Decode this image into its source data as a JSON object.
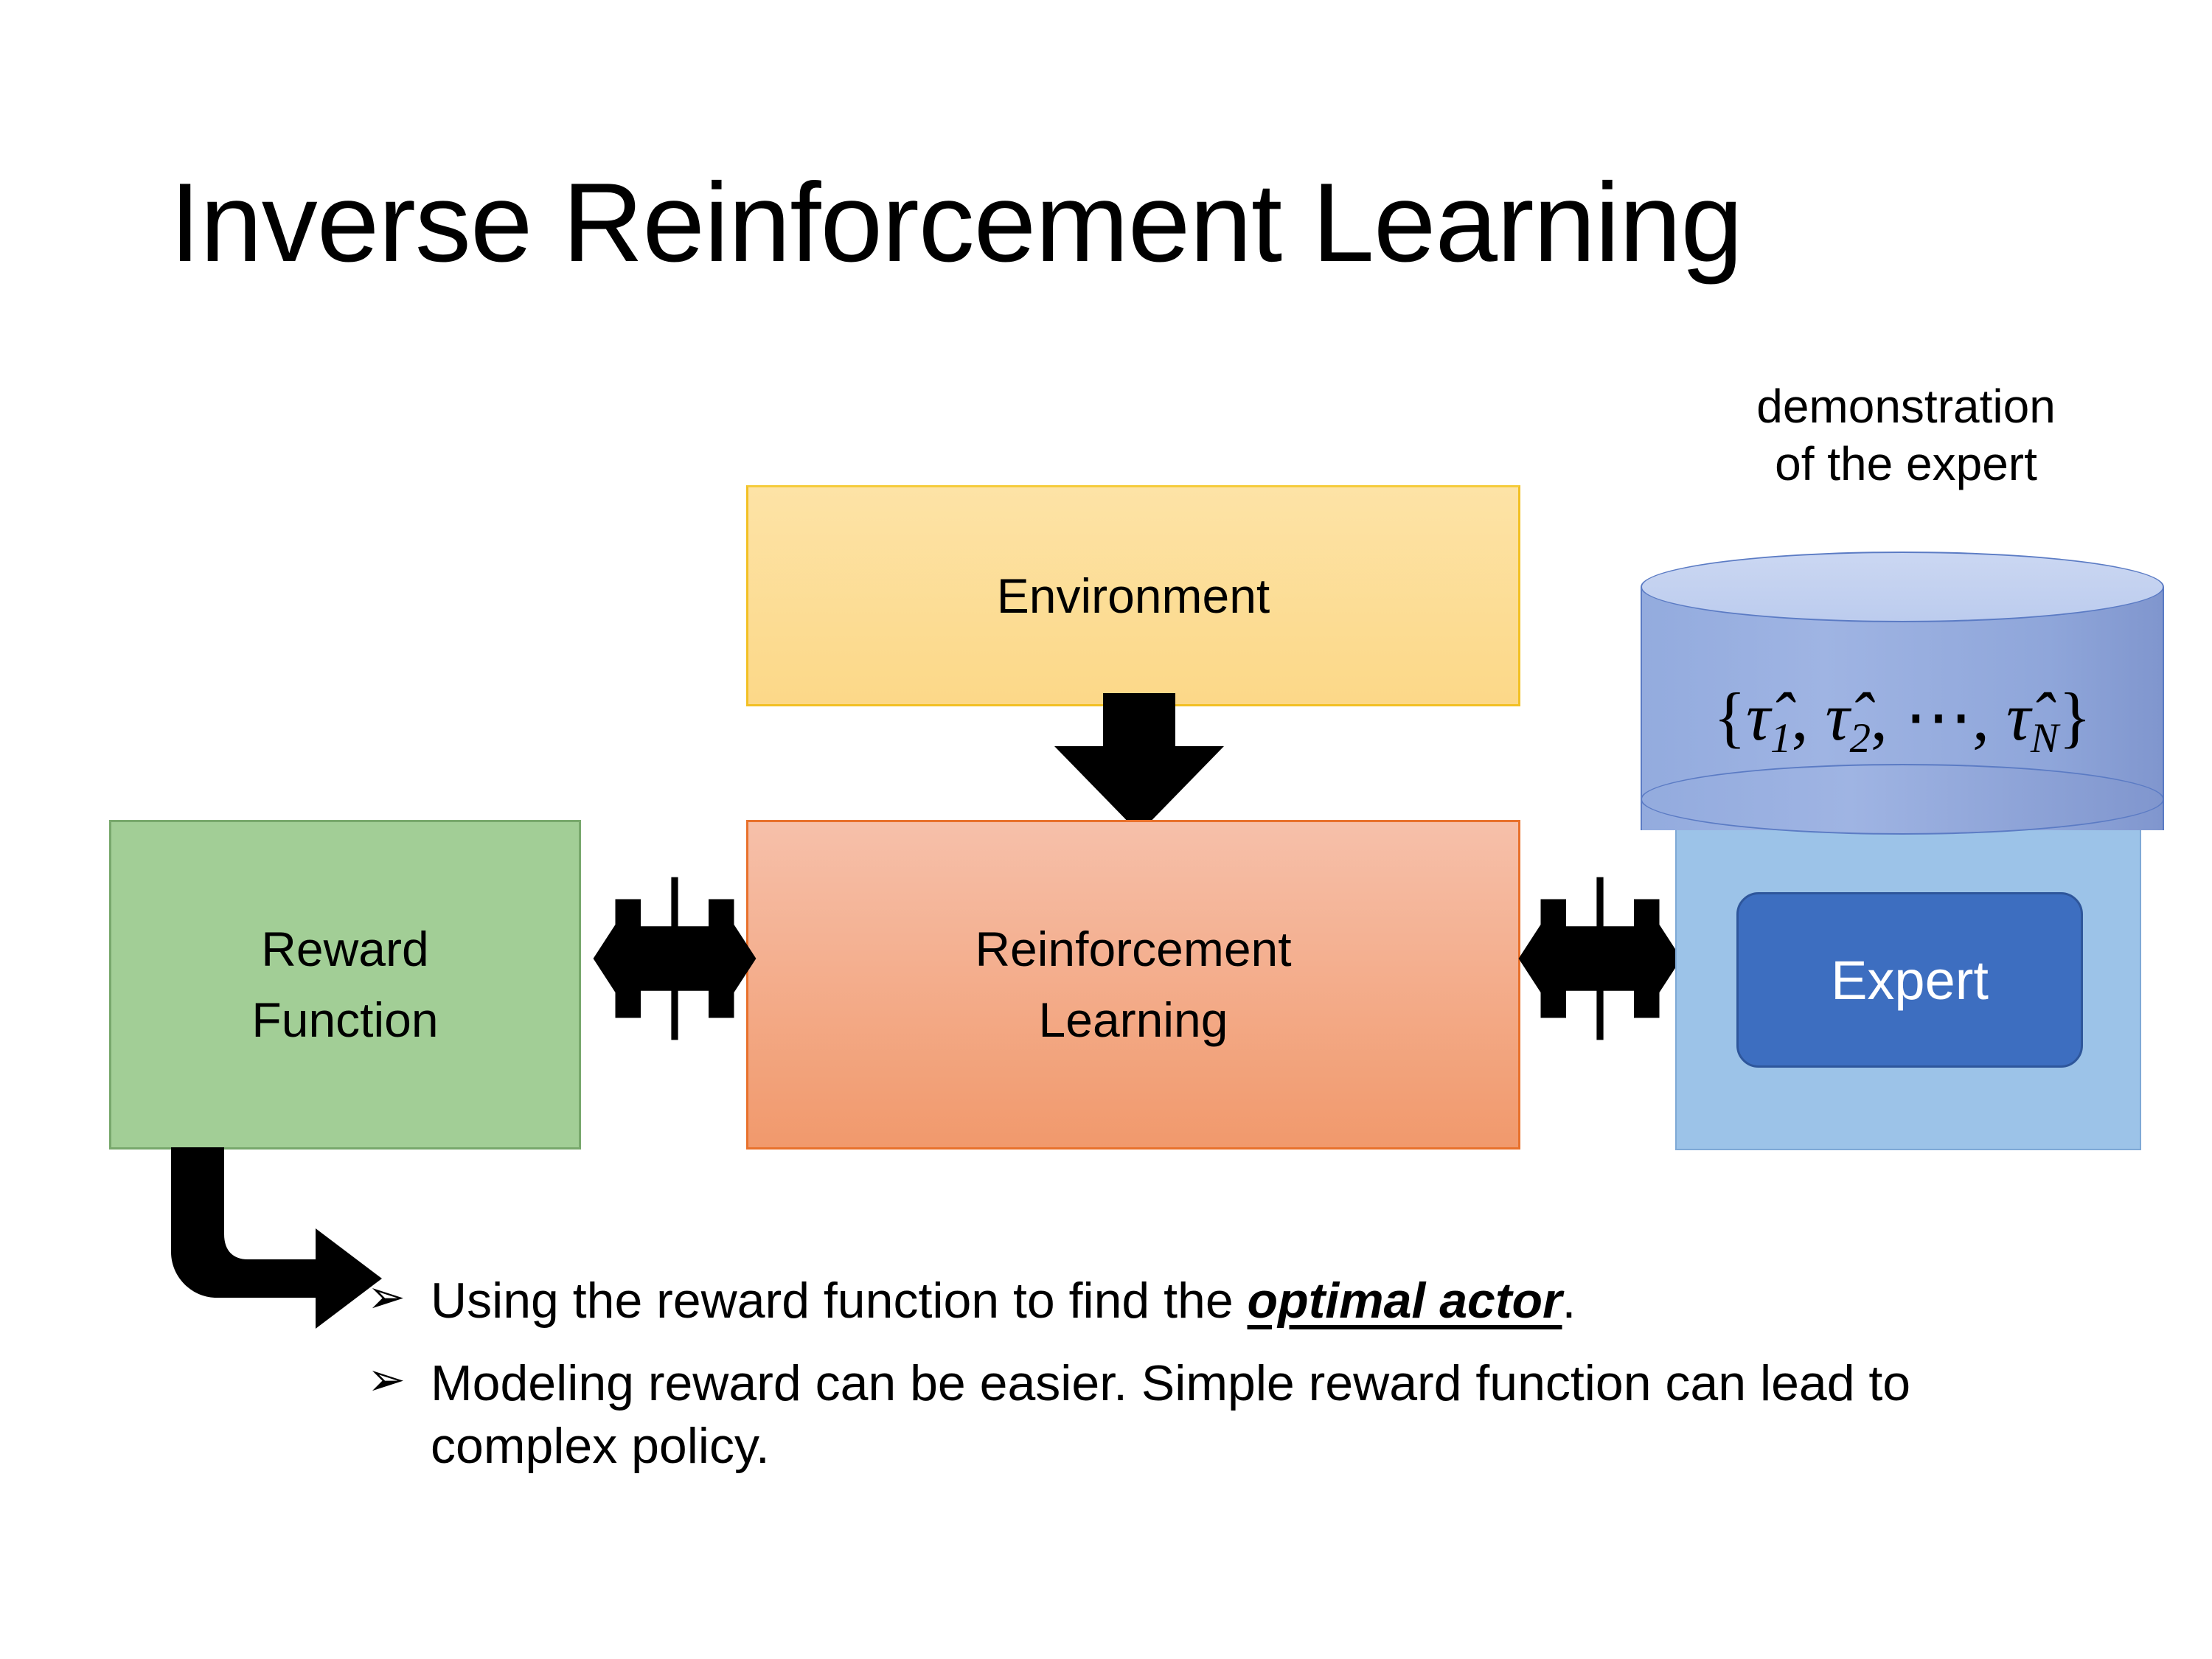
{
  "slide": {
    "title": "Inverse Reinforcement Learning",
    "background_color": "#ffffff"
  },
  "diagram": {
    "environment": {
      "label": "Environment",
      "fill_top": "#FDE3A6",
      "fill_bottom": "#FCD888",
      "border_color": "#F2C024"
    },
    "reinforcement_learning": {
      "label_line1": "Reinforcement",
      "label_line2": "Learning",
      "fill_top": "#F6C0AA",
      "fill_bottom": "#F1996C",
      "border_color": "#E8712C"
    },
    "reward_function": {
      "label_line1": "Reward",
      "label_line2": "Function",
      "fill": "#A2CE96",
      "border_color": "#78A86C"
    },
    "expert_panel": {
      "caption_line1": "demonstration",
      "caption_line2": "of the expert",
      "panel_fill": "#9CC3E8",
      "cylinder_body_fill": "#93ABDE",
      "cylinder_top_fill": "#CBD7F2",
      "cylinder_border": "#5B7BC4",
      "formula": {
        "open_brace": "{",
        "tau1": "τ̂",
        "sub1": "1",
        "comma1": ", ",
        "tau2": "τ̂",
        "sub2": "2",
        "comma2": ", ",
        "ellipsis": "⋯",
        "comma3": ", ",
        "tauN": "τ̂",
        "subN": "N",
        "close_brace": "}"
      },
      "expert_label": "Expert",
      "expert_fill": "#3D6EC0",
      "expert_border": "#2E569B",
      "expert_text_color": "#ffffff"
    },
    "arrows": {
      "environment_to_rl": "down-arrow",
      "reward_rl_link": "quad-arrow",
      "rl_expert_link": "quad-arrow",
      "reward_to_bullets": "elbow-arrow",
      "color": "#000000"
    }
  },
  "bullets": {
    "marker": "➢",
    "items": [
      {
        "prefix": "Using the reward function to find the ",
        "emphasis": "optimal actor",
        "suffix": "."
      },
      {
        "prefix": "Modeling reward can be easier. Simple reward function can lead to complex policy.",
        "emphasis": "",
        "suffix": ""
      }
    ]
  }
}
